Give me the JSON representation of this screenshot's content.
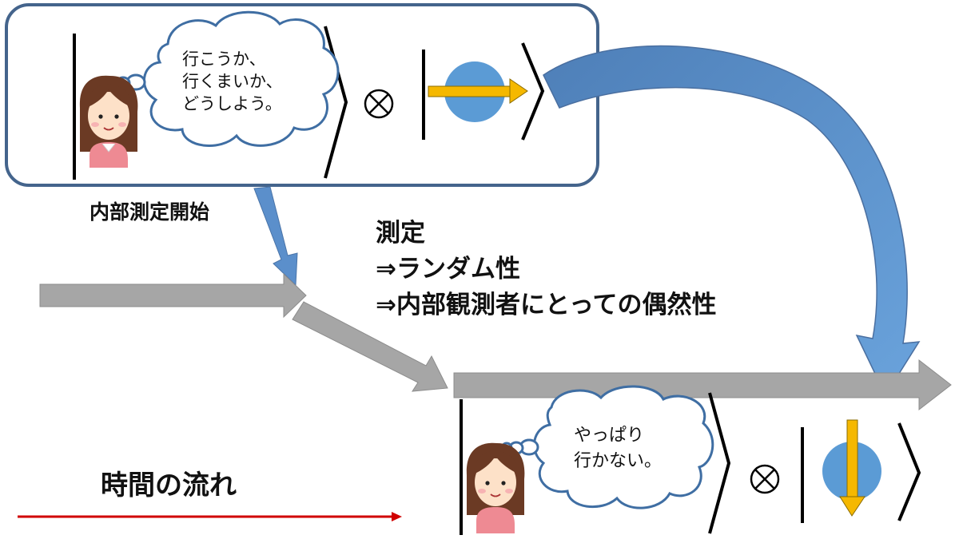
{
  "top_state": {
    "thought_lines": [
      "行こうか、",
      "行くまいか、",
      "どうしよう。"
    ],
    "tensor_symbol": "⊗",
    "spin": "right"
  },
  "bottom_state": {
    "thought_lines": [
      "やっぱり",
      "行かない。"
    ],
    "tensor_symbol": "⊗",
    "spin": "down"
  },
  "labels": {
    "internal_start": "内部測定開始",
    "measurement_lines": [
      "測定",
      "⇒ランダム性",
      "⇒内部観測者にとっての偶然性"
    ],
    "time_flow": "時間の流れ"
  },
  "colors": {
    "box_border": "#44648c",
    "blue_arrow": "#5b8fcb",
    "gray_arrow": "#a6a6a6",
    "spin_arrow": "#f5b800",
    "sphere": "#5b9bd5",
    "time_arrow": "#d00000",
    "cloud_border": "#3f6ea3"
  }
}
